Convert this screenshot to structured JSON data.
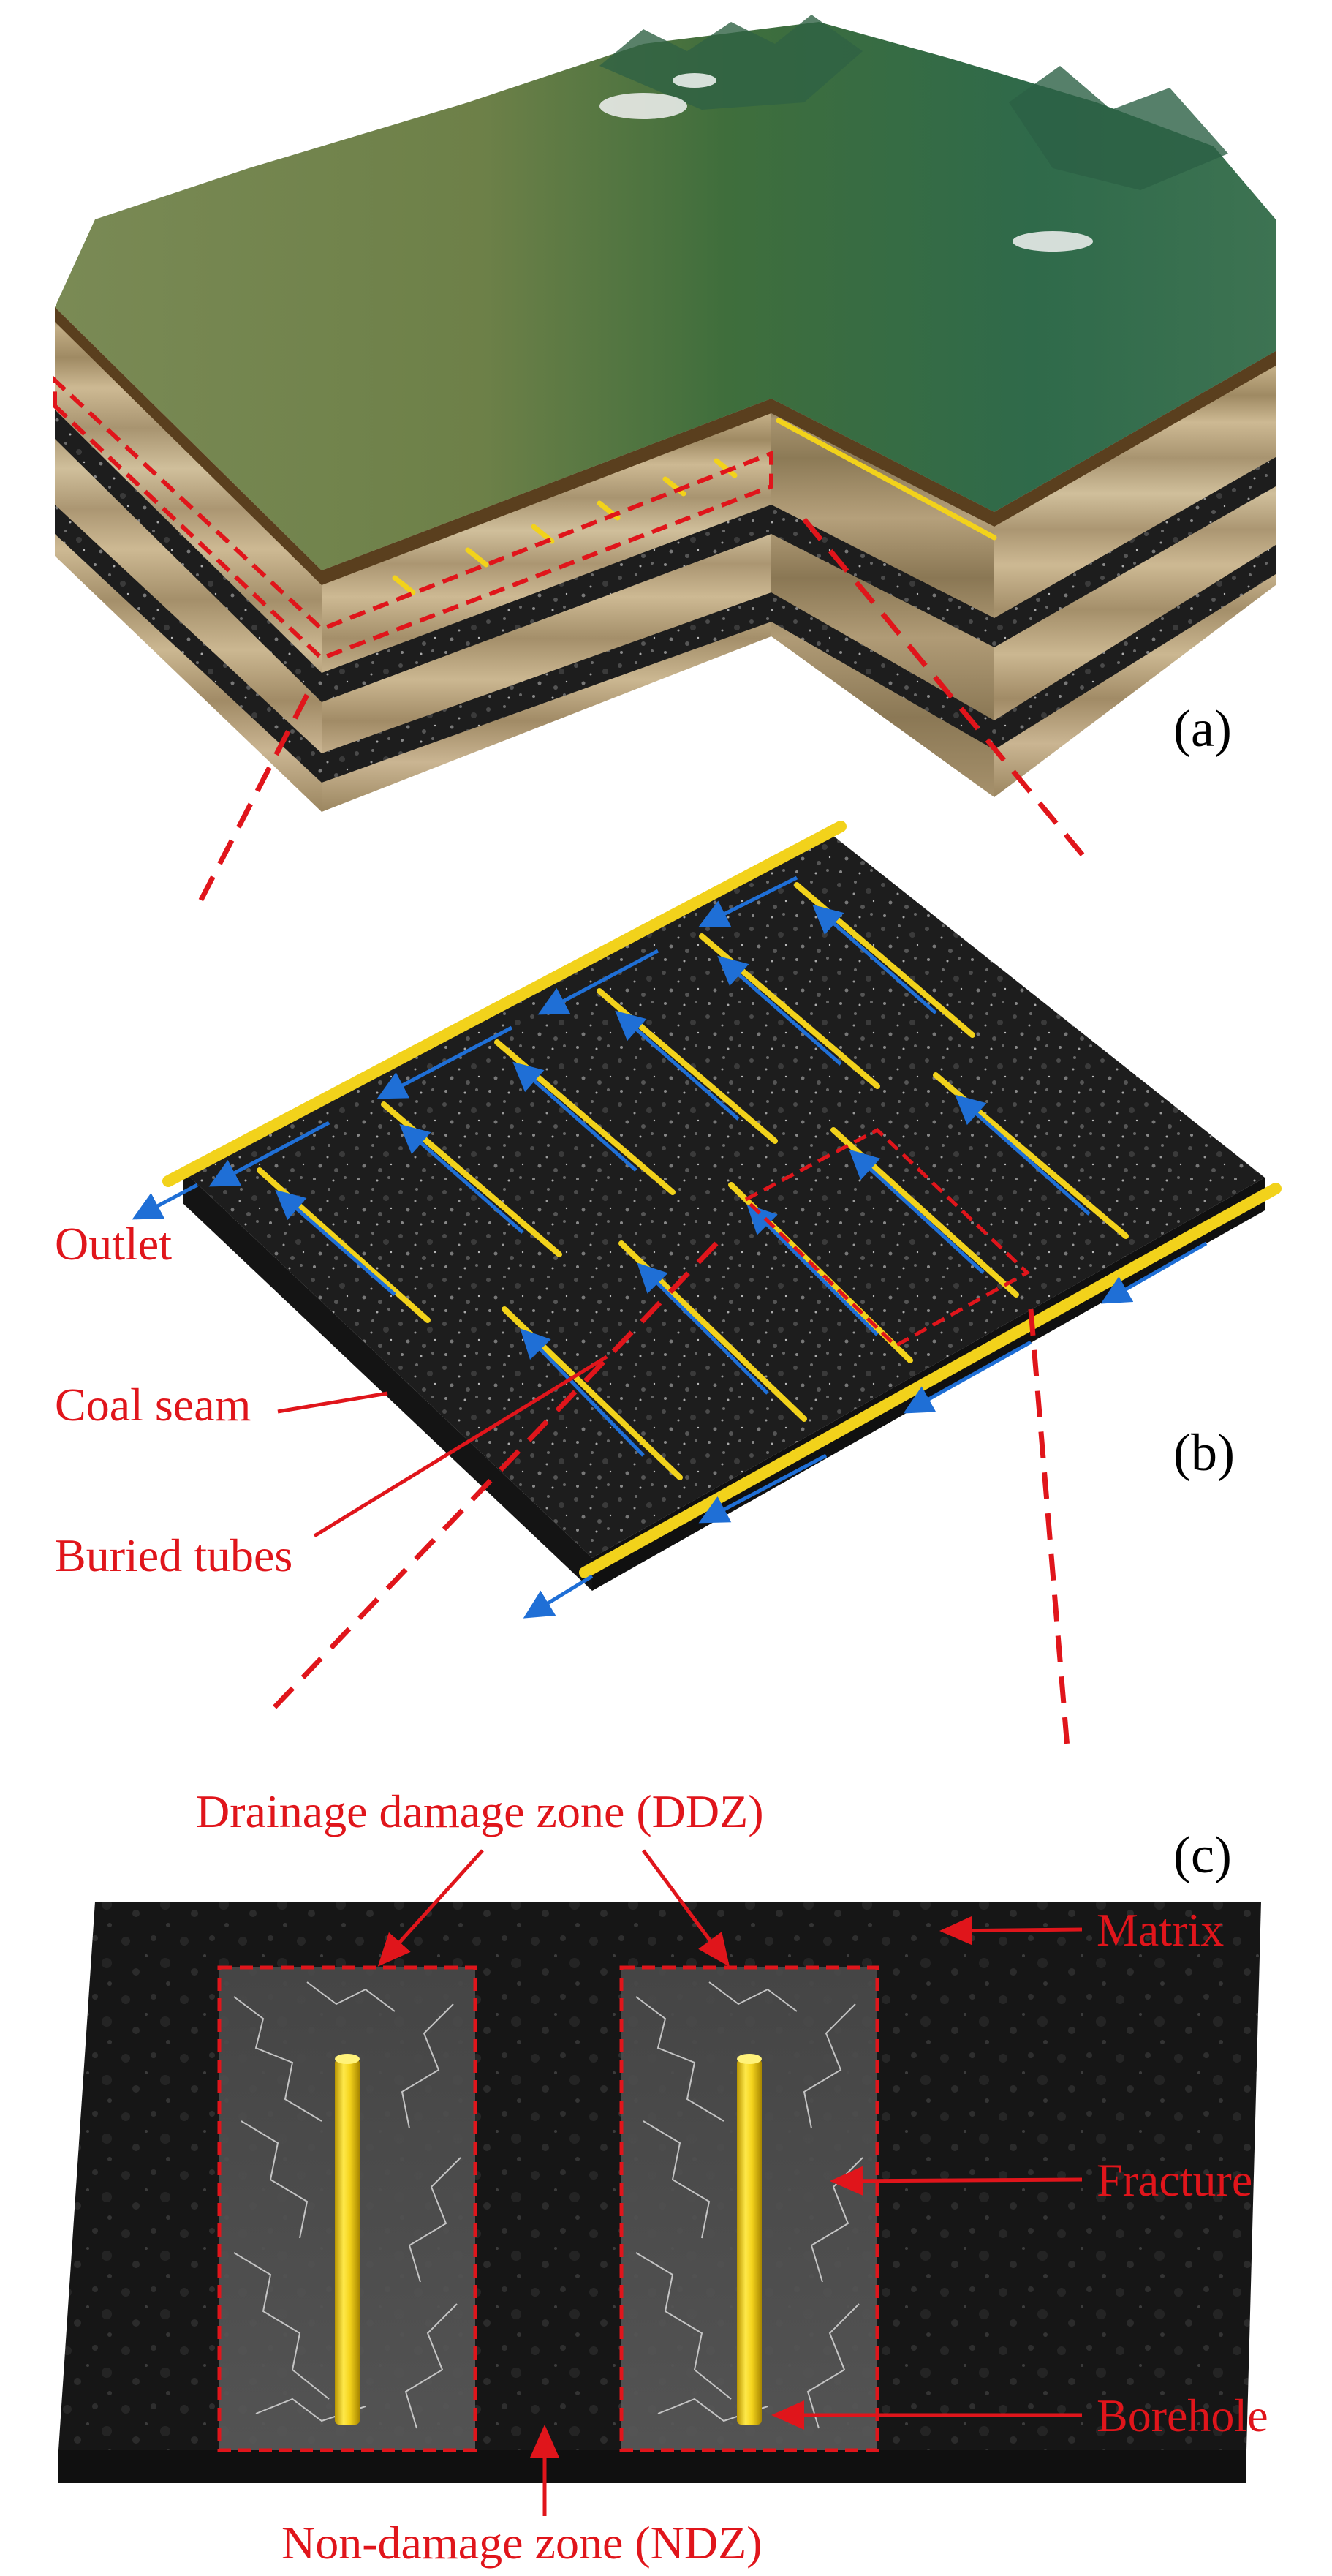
{
  "panels": {
    "a": {
      "label": "(a)"
    },
    "b": {
      "label": "(b)",
      "outlet": "Outlet",
      "coal_seam": "Coal seam",
      "buried_tubes": "Buried tubes"
    },
    "c": {
      "label": "(c)",
      "ddz": "Drainage damage zone (DDZ)",
      "matrix": "Matrix",
      "fracture": "Fracture",
      "borehole": "Borehole",
      "ndz": "Non-damage zone (NDZ)"
    }
  },
  "colors": {
    "annotation": "#e0151b",
    "tube": "#f2d21b",
    "flow_arrow": "#1f6fd6",
    "coal": "#1c1c1c",
    "strata": "#b9a57f",
    "terrain": "#5f7f45"
  }
}
